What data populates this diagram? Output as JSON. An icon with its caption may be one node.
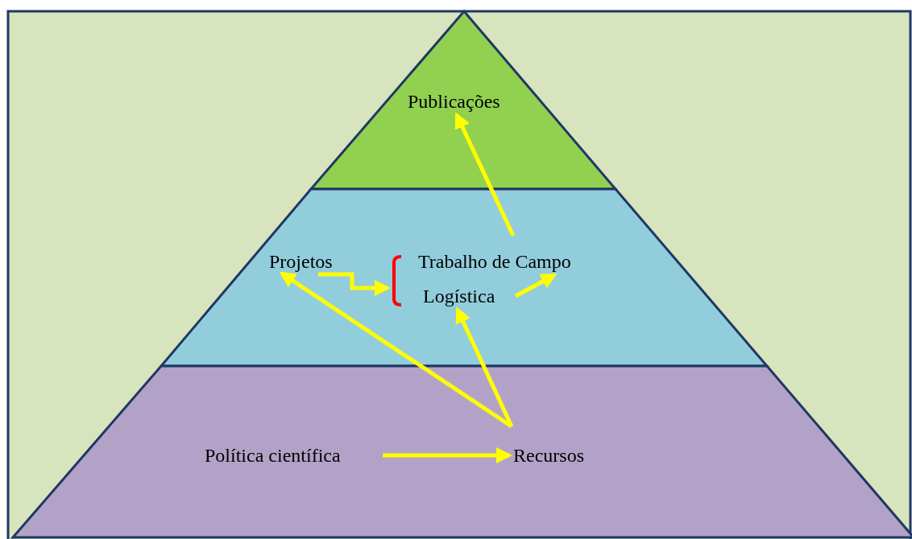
{
  "diagram": {
    "nodes": [
      {
        "text": [
          "Publicações"
        ]
      },
      {
        "text": [
          "Projetos"
        ]
      },
      {
        "text": [
          "Trabalho de Campo"
        ]
      },
      {
        "text": [
          "Logística"
        ]
      },
      {
        "text": [
          "Política científica"
        ]
      },
      {
        "text": [
          "Recursos"
        ]
      },
      {
        "text": [],
        "shape": "bracket"
      }
    ],
    "edges": [
      {
        "from": 4,
        "to": 5,
        "arrow": "to"
      },
      {
        "from": 5,
        "to": 1,
        "arrow": "to"
      },
      {
        "from": 5,
        "to": 3,
        "arrow": "to"
      },
      {
        "from": 3,
        "to": 2,
        "arrow": "to"
      },
      {
        "from": 2,
        "to": 0,
        "arrow": "to"
      },
      {
        "from": 1,
        "to": 6,
        "arrow": "to"
      }
    ]
  }
}
